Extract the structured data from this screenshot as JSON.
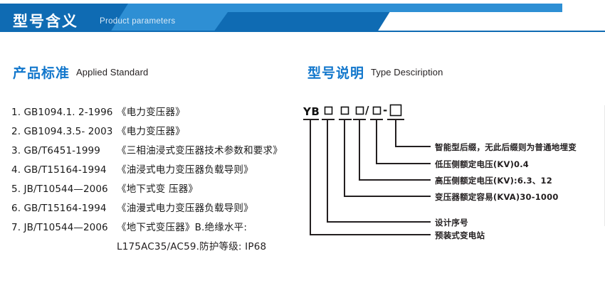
{
  "banner": {
    "title_cn": "型号含义",
    "title_en": "Product parameters",
    "color_dark": "#0f6bb3",
    "color_light": "#2e8fd4"
  },
  "sections": {
    "standards": {
      "title_cn": "产品标准",
      "title_en": "Applied Standard"
    },
    "type": {
      "title_cn": "型号说明",
      "title_en": "Type Desciription"
    }
  },
  "standards_list": [
    {
      "index": "1.",
      "code": "GB1094.1. 2-1996",
      "name": "《电力变压器》"
    },
    {
      "index": "2.",
      "code": "GB1094.3.5- 2003",
      "name": "《电力变压器》"
    },
    {
      "index": "3.",
      "code": "GB/T6451-1999",
      "name": "《三相油浸式变压器技术参数和要求》"
    },
    {
      "index": "4.",
      "code": "GB/T15164-1994",
      "name": "《油浸式电力变压器负载导则》"
    },
    {
      "index": "5.",
      "code": "JB/T10544—2006",
      "name": "《地下式变 压器》"
    },
    {
      "index": "6.",
      "code": "GB/T15164-1994",
      "name": "《油漫式电力变压器负载导则》"
    },
    {
      "index": "7.",
      "code": "JB/T10544—2006",
      "name": "《地下式变压器》B.绝缘水平:"
    }
  ],
  "standards_continuation": "L175AC35/AC59.防护等级: IP68",
  "type_code": {
    "prefix": "YB",
    "separator_slash": "/",
    "separator_dash": "-"
  },
  "type_labels": [
    {
      "id": "smart-suffix",
      "text": "智能型后缀，无此后缀则为普通地埋变"
    },
    {
      "id": "lv-rated-voltage",
      "text": "低压侧额定电压(KV)0.4"
    },
    {
      "id": "hv-rated-voltage",
      "text": "高压侧额定电压(KV):6.3、12"
    },
    {
      "id": "rated-capacity",
      "text": "变压器额定容易(KVA)30-1000"
    },
    {
      "id": "design-serial",
      "text": "设计序号"
    },
    {
      "id": "prefab-substation",
      "text": "预装式变电站"
    }
  ]
}
